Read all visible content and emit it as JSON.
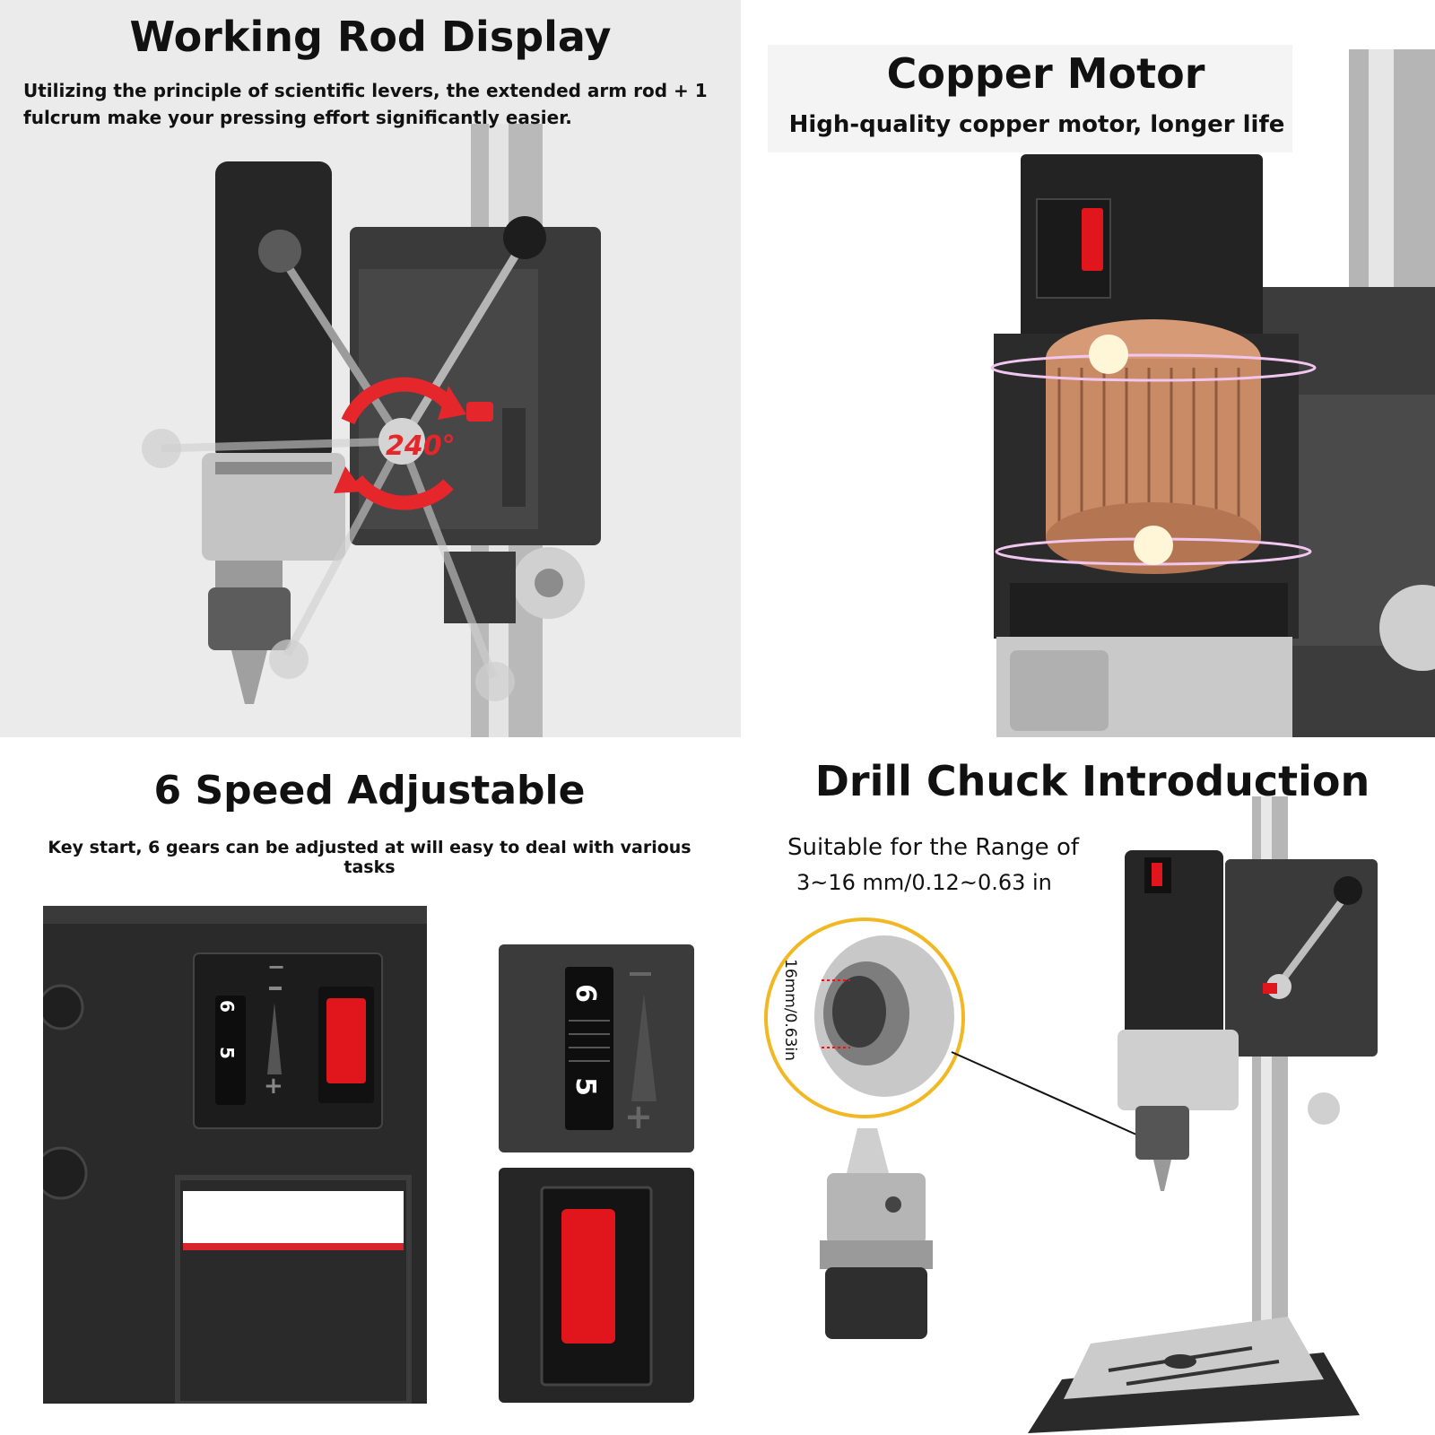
{
  "panels": {
    "working_rod": {
      "title": "Working Rod Display",
      "subtitle": "Utilizing the principle of scientific levers, the extended arm rod + 1 fulcrum make your pressing effort significantly easier.",
      "angle_label": "240°"
    },
    "copper_motor": {
      "title": "Copper Motor",
      "subtitle": "High-quality copper motor, longer life"
    },
    "speed": {
      "title": "6 Speed Adjustable",
      "subtitle": "Key start, 6 gears can be adjusted at will easy to deal with various tasks",
      "dial_top": "6",
      "dial_bottom": "5",
      "minus": "−",
      "plus": "+"
    },
    "chuck": {
      "title": "Drill Chuck Introduction",
      "range_line1": "Suitable for the Range of",
      "range_line2": "3~16 mm/0.12~0.63 in",
      "bore_label": "16mm/0.63in"
    }
  },
  "colors": {
    "body_dark": "#2a2a2a",
    "switch_red": "#e0161c",
    "arrow_red": "#e5262b",
    "ring_gold": "#f2b824",
    "copper": "#c98a66",
    "panel_gray": "#ebebeb"
  }
}
